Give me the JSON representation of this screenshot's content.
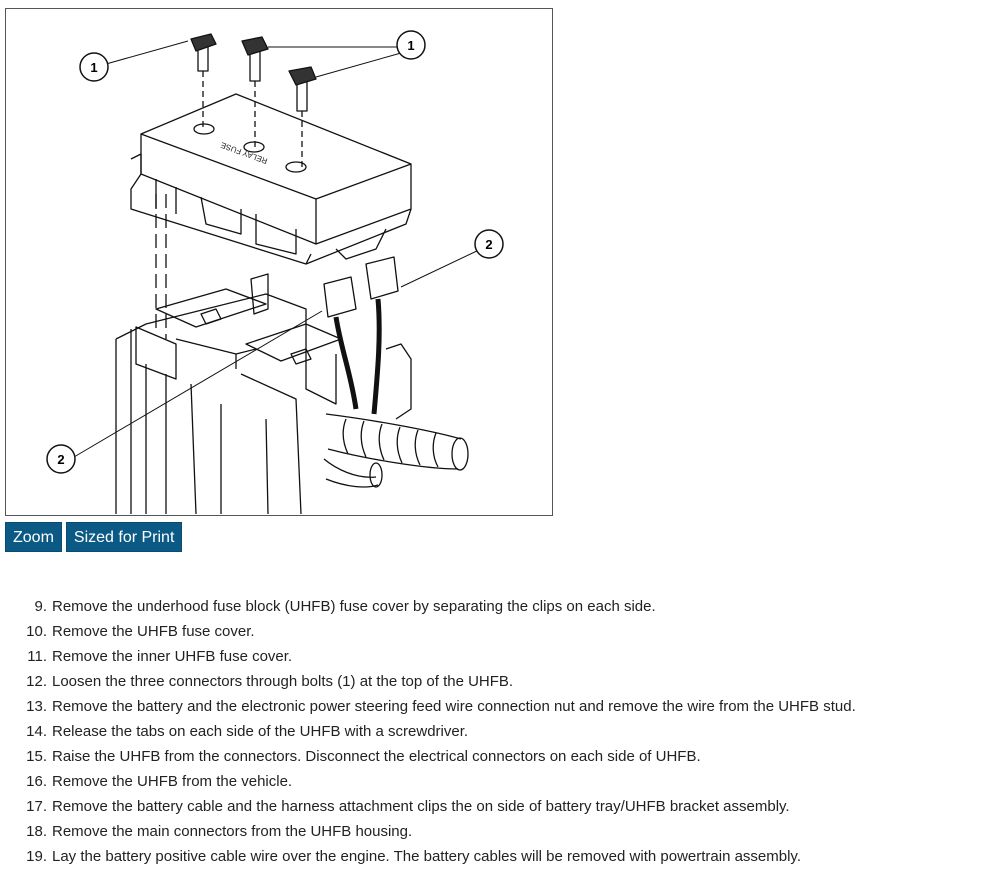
{
  "figure": {
    "callout_1": "1",
    "callout_2": "2",
    "embossed_label": "RELAY FUSE"
  },
  "buttons": {
    "zoom": "Zoom",
    "print": "Sized for Print"
  },
  "steps": [
    {
      "number": "9.",
      "text": "Remove the underhood fuse block (UHFB) fuse cover by separating the clips on each side."
    },
    {
      "number": "10.",
      "text": "Remove the UHFB fuse cover."
    },
    {
      "number": "11.",
      "text": "Remove the inner UHFB fuse cover."
    },
    {
      "number": "12.",
      "text": "Loosen the three connectors through bolts (1) at the top of the UHFB."
    },
    {
      "number": "13.",
      "text": "Remove the battery and the electronic power steering feed wire connection nut and remove the wire from the UHFB stud."
    },
    {
      "number": "14.",
      "text": "Release the tabs on each side of the UHFB with a screwdriver."
    },
    {
      "number": "15.",
      "text": "Raise the UHFB from the connectors. Disconnect the electrical connectors on each side of UHFB."
    },
    {
      "number": "16.",
      "text": "Remove the UHFB from the vehicle."
    },
    {
      "number": "17.",
      "text": "Remove the battery cable and the harness attachment clips the on side of battery tray/UHFB bracket assembly."
    },
    {
      "number": "18.",
      "text": "Remove the main connectors from the UHFB housing."
    },
    {
      "number": "19.",
      "text": "Lay the battery positive cable wire over the engine. The battery cables will be removed with powertrain assembly."
    }
  ]
}
